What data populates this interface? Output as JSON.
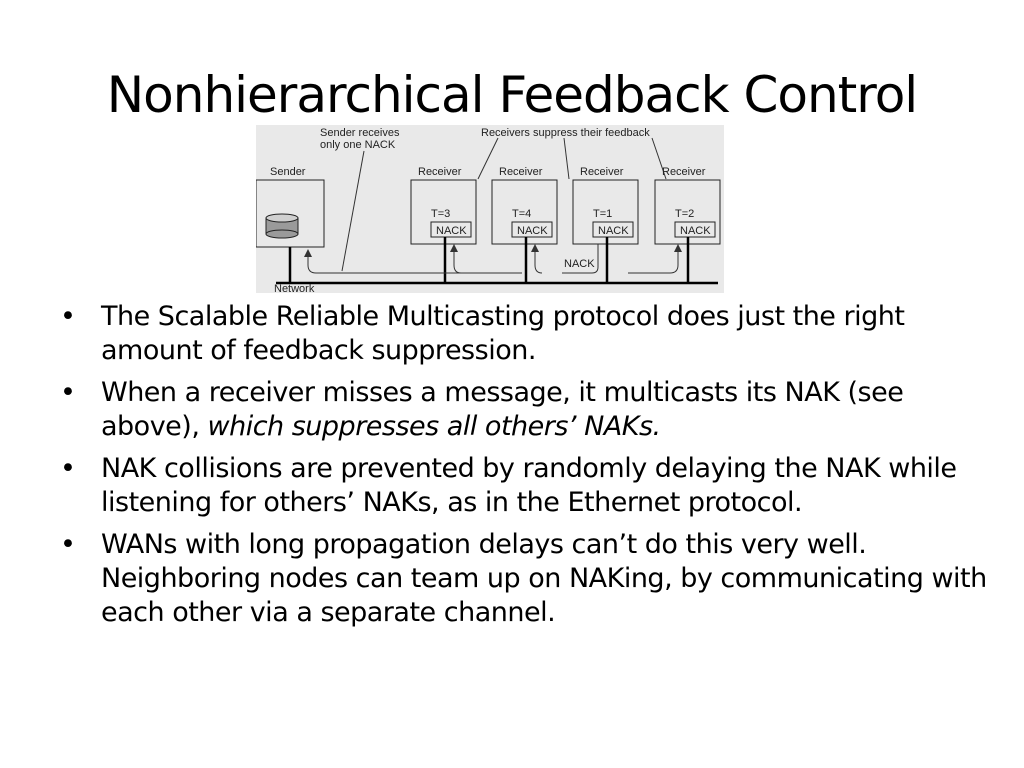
{
  "slide": {
    "title": "Nonhierarchical Feedback Control"
  },
  "figure": {
    "sender_receives_line1": "Sender receives",
    "sender_receives_line2": "only one NACK",
    "receivers_suppress": "Receivers suppress their feedback",
    "sender_label": "Sender",
    "network_label": "Network",
    "nack_bus_label": "NACK",
    "receivers": [
      {
        "label": "Receiver",
        "timer": "T=3",
        "nack": "NACK"
      },
      {
        "label": "Receiver",
        "timer": "T=4",
        "nack": "NACK"
      },
      {
        "label": "Receiver",
        "timer": "T=1",
        "nack": "NACK"
      },
      {
        "label": "Receiver",
        "timer": "T=2",
        "nack": "NACK"
      }
    ]
  },
  "bullets": {
    "bullet_char": "•",
    "b1": "The Scalable Reliable Multicasting protocol does just the right amount of feedback suppression.",
    "b2_plain": "When a receiver misses a message, it multicasts its NAK (see above), ",
    "b2_italic": "which suppresses all others’ NAKs.",
    "b3": "NAK collisions are prevented by randomly delaying the NAK while listening for others’ NAKs, as in the Ethernet protocol.",
    "b4": "WANs with long propagation delays can’t do this very well. Neighboring nodes can team up on NAKing, by communicating with each other via a separate channel."
  }
}
